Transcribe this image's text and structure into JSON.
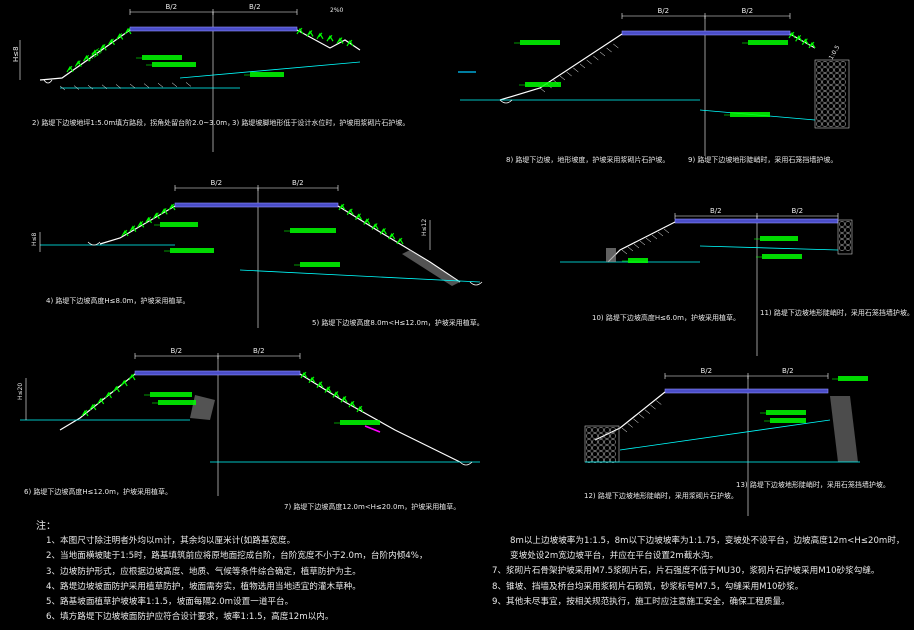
{
  "palette": {
    "background": "#000000",
    "road": "#4a4dc8",
    "slope": "#ffffff",
    "plant": "#00ff00",
    "dim": "#00c8ff",
    "ground": "#00ffff",
    "label": "#00ff00",
    "text": "#e8e8e8",
    "rock": "#c8c8c8",
    "warn": "#ff00ff"
  },
  "dims": {
    "half": "B/2",
    "i": "1:1.5"
  },
  "captions": [
    "2) 路堤下边坡地坪1:5.0m填方路段，拐角处留台阶2.0~3.0m，",
    "3) 路堤坡脚地形低于设计水位时，护坡用浆砌片石护坡。",
    "8) 路堤下边坡，地形坡度，护坡采用浆砌片石护坡。",
    "9) 路堤下边坡地形陡峭时，采用石笼挡墙护坡。",
    "4) 路堤下边坡高度H≤8.0m，护坡采用植草。",
    "5) 路堤下边坡高度8.0m<H≤12.0m，护坡采用植草。",
    "10) 路堤下边坡高度H≤6.0m，护坡采用植草。",
    "11) 路堤下边坡地形陡峭时，采用石笼挡墙护坡。",
    "6) 路堤下边坡高度H≤12.0m，护坡采用植草。",
    "7) 路堤下边坡高度12.0m<H≤20.0m，护坡采用植草。",
    "12) 路堤下边坡地形陡峭时，采用浆砌片石护坡。",
    "13) 路堤下边坡地形陡峭时，采用石笼挡墙护坡。"
  ],
  "notes": {
    "title": "注：",
    "left": [
      "1、本图尺寸除注明者外均以m计，其余均以厘米计(如路基宽度。",
      "2、当地面横坡陡于1:5时，路基填筑前应将原地面挖成台阶，台阶宽度不小于2.0m，台阶内倾4%，",
      "3、边坡防护形式，应根据边坡高度、地质、气候等条件综合确定，植草防护为主。",
      "4、路堤边坡坡面防护采用植草防护，坡面需夯实，植物选用当地适宜的灌木草种。",
      "5、路基坡面植草护坡坡率1:1.5，坡面每隔2.0m设置一道平台。",
      "6、填方路堤下边坡坡面防护应符合设计要求，坡率1:1.5，高度12m以内。"
    ],
    "right": [
      "8m以上边坡坡率为1:1.5，8m以下边坡坡率为1:1.75，变坡处不设平台，边坡高度12m<H≤20m时，",
      "变坡处设2m宽边坡平台，并应在平台设置2m截水沟。",
      "7、浆砌片石骨架护坡采用M7.5浆砌片石，片石强度不低于MU30，浆砌片石护坡采用M10砂浆勾缝。",
      "8、锥坡、挡墙及桥台均采用浆砌片石砌筑，砂浆标号M7.5，勾缝采用M10砂浆。",
      "9、其他未尽事宜，按相关规范执行，施工时应注意施工安全，确保工程质量。"
    ]
  }
}
